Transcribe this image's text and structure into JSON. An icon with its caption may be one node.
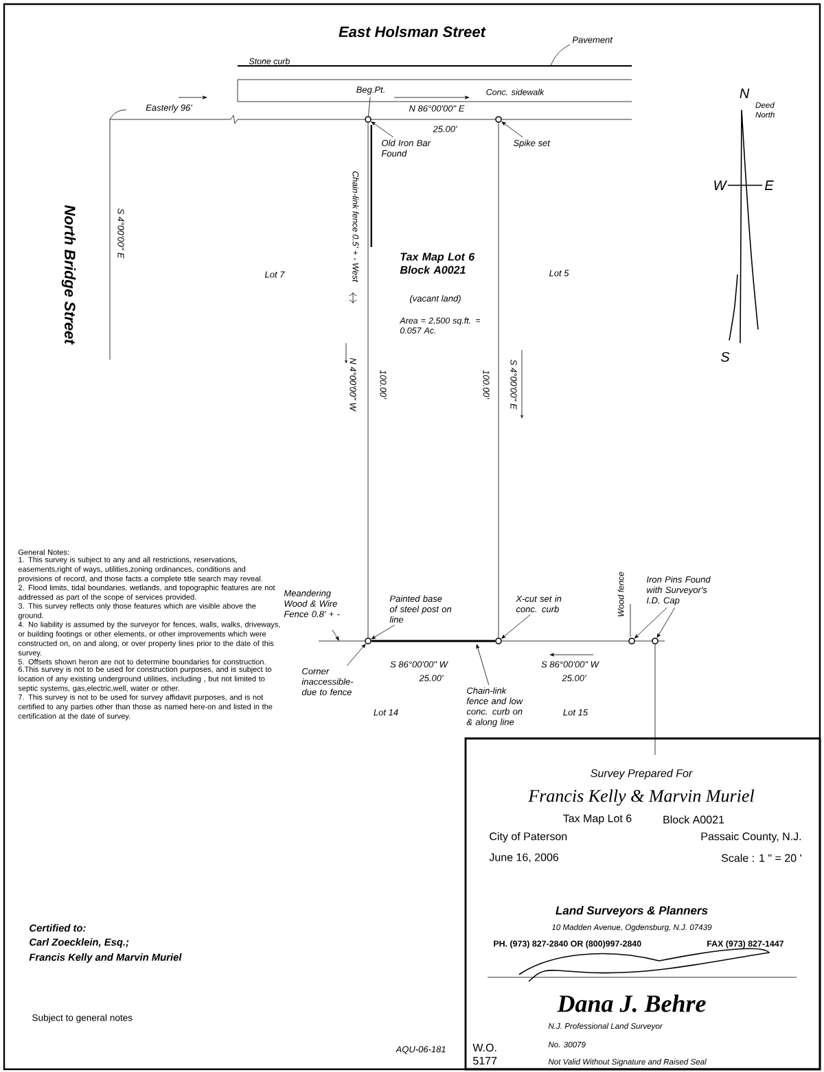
{
  "diagram": {
    "nodes": [
      {
        "text": [
          "Old Iron Bar Found"
        ]
      },
      {
        "text": [],
        "shape": "circle"
      },
      {
        "text": [
          "Spike set"
        ]
      },
      {
        "text": [],
        "shape": "circle"
      },
      {
        "text": [
          "Pavement"
        ]
      },
      {
        "text": [
          "Beg.Pt."
        ]
      },
      {
        "text": [
          "Meandering Wood & Wire Fence 0.8' + -"
        ]
      },
      {
        "text": [
          "Painted base of steel post on line"
        ]
      },
      {
        "text": [
          "Corner inaccessible- due to fence"
        ]
      },
      {
        "text": [],
        "shape": "circle"
      },
      {
        "text": [
          "X-cut set in conc. curb"
        ]
      },
      {
        "text": [],
        "shape": "circle"
      },
      {
        "text": [
          "Iron Pins Found with Surveyor's I.D. Cap"
        ]
      },
      {
        "text": [],
        "shape": "circle"
      },
      {
        "text": [],
        "shape": "circle"
      },
      {
        "text": [
          "Chain-link fence and low conc. curb on & along line"
        ]
      }
    ],
    "edges": [
      {
        "from": 0,
        "to": 1,
        "arrow": "to"
      },
      {
        "from": 2,
        "to": 3,
        "arrow": "to"
      },
      {
        "from": 4,
        "to": null,
        "arrow": "none"
      },
      {
        "from": 5,
        "to": 1,
        "arrow": "none"
      },
      {
        "from": 6,
        "to": null,
        "arrow": "to"
      },
      {
        "from": 7,
        "to": 9,
        "arrow": "to"
      },
      {
        "from": 8,
        "to": 9,
        "arrow": "to"
      },
      {
        "from": 10,
        "to": 11,
        "arrow": "to"
      },
      {
        "from": 12,
        "to": 13,
        "arrow": "to"
      },
      {
        "from": 12,
        "to": 14,
        "arrow": "to"
      },
      {
        "from": 15,
        "to": null,
        "arrow": "to"
      }
    ],
    "labels": [
      "East Holsman Street",
      "Stone curb",
      "Conc. sidewalk",
      "Easterly 96'",
      "N 86°00'00\" E",
      "25.00'",
      "North Bridge Street",
      "S 4°00'00\" E",
      "Chain-link fence 0.5' + - West",
      "Tax Map Lot 6 Block A0021",
      "(vacant land)",
      "Area = 2,500 sq.ft. = 0.057 Ac.",
      "Lot 7",
      "Lot 5",
      "N 4°00'00\" W",
      "100.00'",
      "100.00'",
      "S 4°00'00\" E",
      "N",
      "Deed North",
      "W",
      "E",
      "S",
      "General Notes:",
      "1. This survey is subject to any and all restrictions, reservations, easements,right of ways, utilities,zoning ordinances, conditions and provisions of record, and those facts a complete title search may reveal.",
      "2. Flood limits, tidal boundaries, wetlands, and topographic features are not addressed as part of the scope of services provided.",
      "3. This survey reflects only those features which are visible above the ground.",
      "4. No liability is assumed by the surveyor for fences, walls, walks, driveways, or building footings or other elements, or other improvements which were constructed on, on and along, or over property lines prior to the date of this survey.",
      "5. Offsets shown heron are not to determine boundaries for construction.",
      "6.This survey is not to be used for construction purposes, and is subject to location of any existing underground utilities, including , but not limited to septic systems, gas,electric,well, water or other.",
      "7. This survey is not to be used for survey affidavit purposes, and is not certified to any parties other than those as named here-on and listed in the certification at the date of survey.",
      "Wood fence",
      "S 86°00'00\" W",
      "25.00'",
      "S 86°00'00\" W",
      "25.00'",
      "Lot 14",
      "Lot 15",
      "Survey Prepared For",
      "Francis Kelly & Marvin Muriel",
      "Tax Map Lot 6",
      "Block A0021",
      "City of Paterson",
      "Passaic County, N.J.",
      "June 16, 2006",
      "Scale : 1 \" = 20 '",
      "Land Surveyors & Planners",
      "10 Madden Avenue, Ogdensburg, N.J. 07439",
      "PH. (973) 827-2840 OR (800)997-2840",
      "FAX (973) 827-1447",
      "Dana J. Behre",
      "N.J. Professional Land Surveyor",
      "No. 30079",
      "W.O. 5177",
      "Not Valid Without Signature and Raised Seal",
      "Certified to:",
      "Carl Zoecklein, Esq.;",
      "Francis Kelly and Marvin Muriel",
      "Subject to general notes",
      "AQU-06-181"
    ]
  }
}
